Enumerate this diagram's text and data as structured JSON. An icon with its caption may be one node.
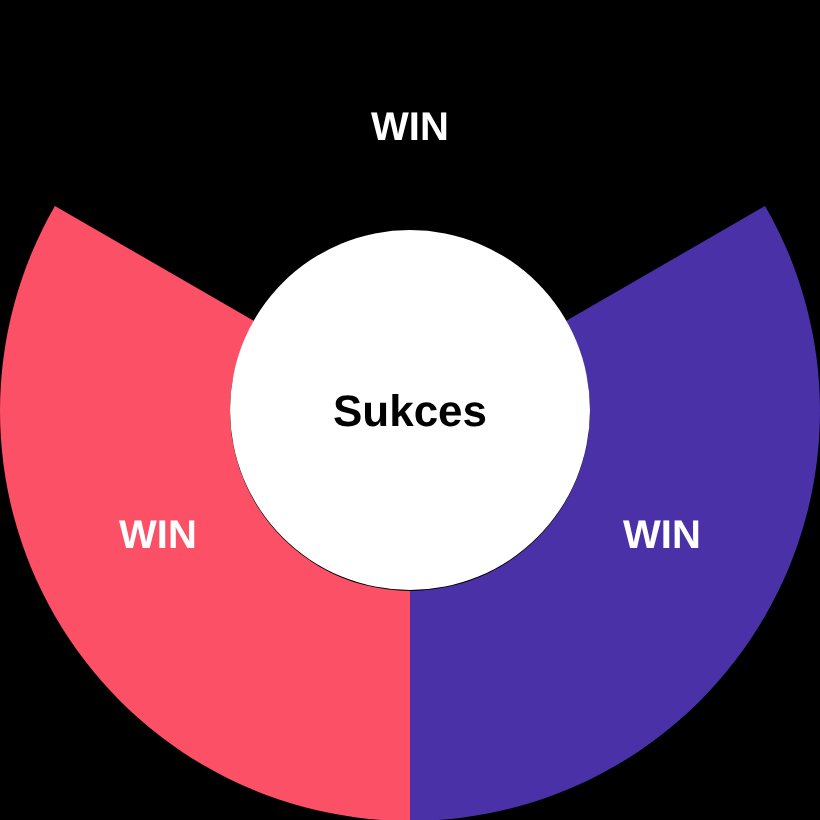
{
  "diagram": {
    "nodes": [
      {
        "text": [
          "WIN"
        ]
      },
      {
        "text": [
          "WIN"
        ]
      },
      {
        "text": [
          "WIN"
        ]
      },
      {
        "text": [
          "Sukces"
        ]
      }
    ]
  }
}
